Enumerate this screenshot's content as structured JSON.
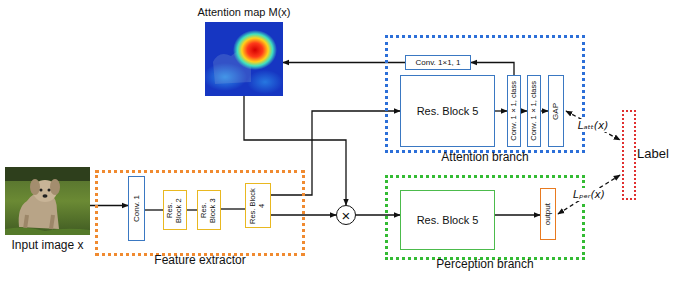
{
  "diagram": {
    "nodes": [
      {
        "text": [
          "Attention map M(x)"
        ]
      },
      {
        "text": [
          "Attention branch"
        ]
      },
      {
        "text": [
          "Conv. 1×1, 1"
        ],
        "in": 1
      },
      {
        "text": [
          "Res. Block 5"
        ],
        "in": 1
      },
      {
        "text": [
          "Conv. 1×1, class"
        ],
        "in": 1
      },
      {
        "text": [
          "Conv. 1×1, class"
        ],
        "in": 1
      },
      {
        "text": [
          "GAP"
        ],
        "in": 1
      },
      {
        "text": [
          "Input image x"
        ]
      },
      {
        "text": [
          "Feature extractor"
        ]
      },
      {
        "text": [
          "Conv. 1"
        ],
        "in": 8
      },
      {
        "text": [
          "Res. Block 2"
        ],
        "in": 8
      },
      {
        "text": [
          "Res. Block 3"
        ],
        "in": 8
      },
      {
        "text": [
          "Res. Block 4"
        ],
        "in": 8
      },
      {
        "text": [
          "×"
        ]
      },
      {
        "text": [
          "Perception branch"
        ]
      },
      {
        "text": [
          "Res. Block 5"
        ],
        "in": 14
      },
      {
        "text": [
          "output"
        ],
        "in": 14
      },
      {
        "text": [
          "Label"
        ]
      }
    ],
    "edges": [
      {
        "from": 7,
        "to": 9,
        "arrow": "to"
      },
      {
        "from": 9,
        "to": 10,
        "arrow": "none"
      },
      {
        "from": 10,
        "to": 11,
        "arrow": "none"
      },
      {
        "from": 11,
        "to": 12,
        "arrow": "none"
      },
      {
        "from": 12,
        "to": 3,
        "arrow": "to"
      },
      {
        "from": 12,
        "to": 13,
        "arrow": "to"
      },
      {
        "from": 3,
        "to": 4,
        "arrow": "to"
      },
      {
        "from": 4,
        "to": 5,
        "arrow": "to"
      },
      {
        "from": 5,
        "to": 6,
        "arrow": "to"
      },
      {
        "from": 4,
        "to": 2,
        "arrow": "to"
      },
      {
        "from": 2,
        "to": 0,
        "arrow": "to"
      },
      {
        "from": 0,
        "to": 13,
        "arrow": "to"
      },
      {
        "from": 13,
        "to": 15,
        "arrow": "to"
      },
      {
        "from": 15,
        "to": 16,
        "arrow": "to"
      },
      {
        "from": 6,
        "to": 17,
        "arrow": "both",
        "label": "Lₐₜₜ(x)"
      },
      {
        "from": 16,
        "to": 17,
        "arrow": "both",
        "label": "Lₚₑᵣ(x)"
      }
    ]
  }
}
